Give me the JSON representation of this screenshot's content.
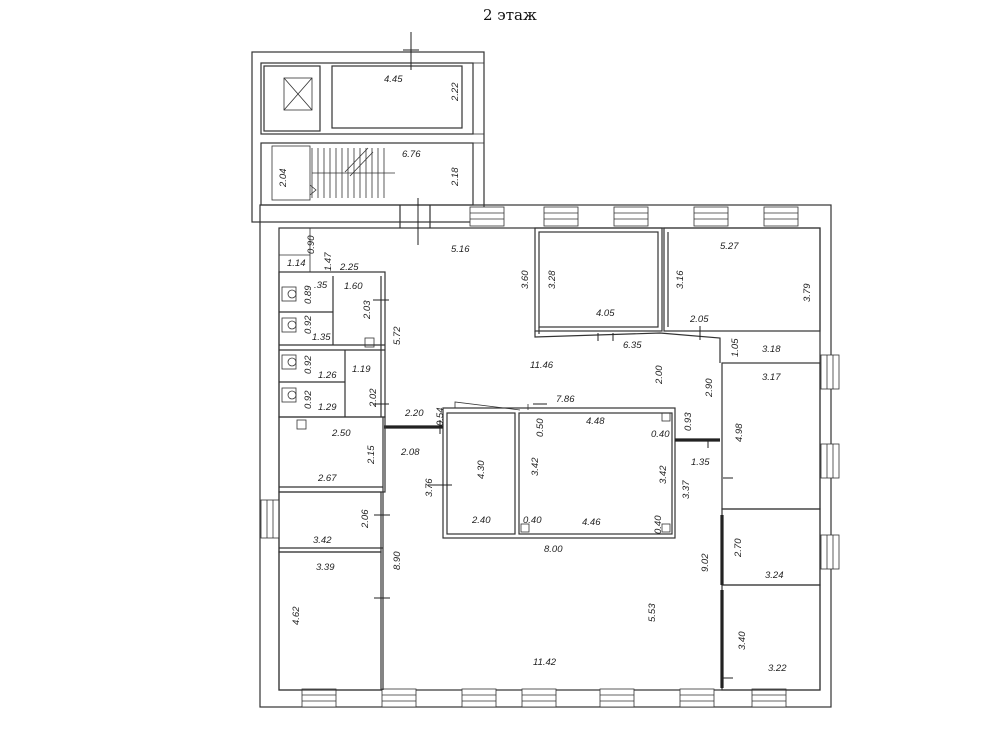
{
  "title": "2 этаж",
  "dimensions": {
    "d445": "4.45",
    "d222": "2.22",
    "d676": "6.76",
    "d218": "2.18",
    "d204": "2.04",
    "d090": "0.90",
    "d114": "1.14",
    "d147": "1.47",
    "d225": "2.25",
    "d516": "5.16",
    "d360": "3.60",
    "d328": "3.28",
    "d405": "4.05",
    "d316": "3.16",
    "d527": "5.27",
    "d379": "3.79",
    "d205": "2.05",
    "d105": "1.05",
    "d318": "3.18",
    "d635": "6.35",
    "d1146": "11.46",
    "d200": "2.00",
    "d290": "2.90",
    "d317": "3.17",
    "d498": "4.98",
    "d135a": ".35",
    "d160": "1.60",
    "d089": "0.89",
    "d203": "2.03",
    "d092a": "0.92",
    "d135b": "1.35",
    "d572": "5.72",
    "d092b": "0.92",
    "d126": "1.26",
    "d119": "1.19",
    "d092c": "0.92",
    "d129": "1.29",
    "d202": "2.02",
    "d220": "2.20",
    "d054": "0.54",
    "d786": "7.86",
    "d448": "4.48",
    "d050": "0.50",
    "d040a": "0.40",
    "d093": "0.93",
    "d250": "2.50",
    "d215": "2.15",
    "d208": "2.08",
    "d430": "4.30",
    "d342a": "3.42",
    "d342b": "3.42",
    "d135c": "1.35",
    "d376": "3.76",
    "d337": "3.37",
    "d267": "2.67",
    "d240": "2.40",
    "d040b": "0.40",
    "d446": "4.46",
    "d040c": "0.40",
    "d206": "2.06",
    "d342c": "3.42",
    "d800": "8.00",
    "d270": "2.70",
    "d339": "3.39",
    "d890": "8.90",
    "d902": "9.02",
    "d324": "3.24",
    "d462": "4.62",
    "d553": "5.53",
    "d340": "3.40",
    "d1142": "11.42",
    "d322": "3.22"
  }
}
